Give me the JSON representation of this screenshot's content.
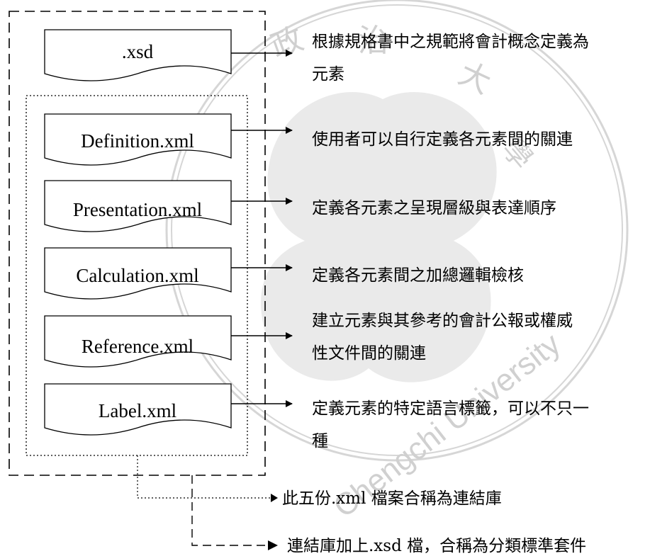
{
  "documents": [
    {
      "id": "xsd",
      "label": ".xsd"
    },
    {
      "id": "definition",
      "label": "Definition.xml"
    },
    {
      "id": "presentation",
      "label": "Presentation.xml"
    },
    {
      "id": "calculation",
      "label": "Calculation.xml"
    },
    {
      "id": "reference",
      "label": "Reference.xml"
    },
    {
      "id": "label",
      "label": "Label.xml"
    }
  ],
  "descriptions": {
    "xsd": [
      "根據規格書中之規範將會計概念定義為",
      "元素"
    ],
    "definition": [
      "使用者可以自行定義各元素間的關連"
    ],
    "presentation": [
      "定義各元素之呈現層級與表達順序"
    ],
    "calculation": [
      "定義各元素間之加總邏輯檢核"
    ],
    "reference": [
      "建立元素與其參考的會計公報或權威",
      "性文件間的關連"
    ],
    "label": [
      "定義元素的特定語言標籤，可以不只一",
      "種"
    ]
  },
  "linkbase_note": "此五份.xml 檔案合稱為連結庫",
  "taxonomy_note": "連結庫加上.xsd 檔，合稱為分類標準套件",
  "watermark": {
    "seal_chars": [
      "政",
      "治",
      "大",
      "學"
    ],
    "university_text": "Chengchi University"
  }
}
